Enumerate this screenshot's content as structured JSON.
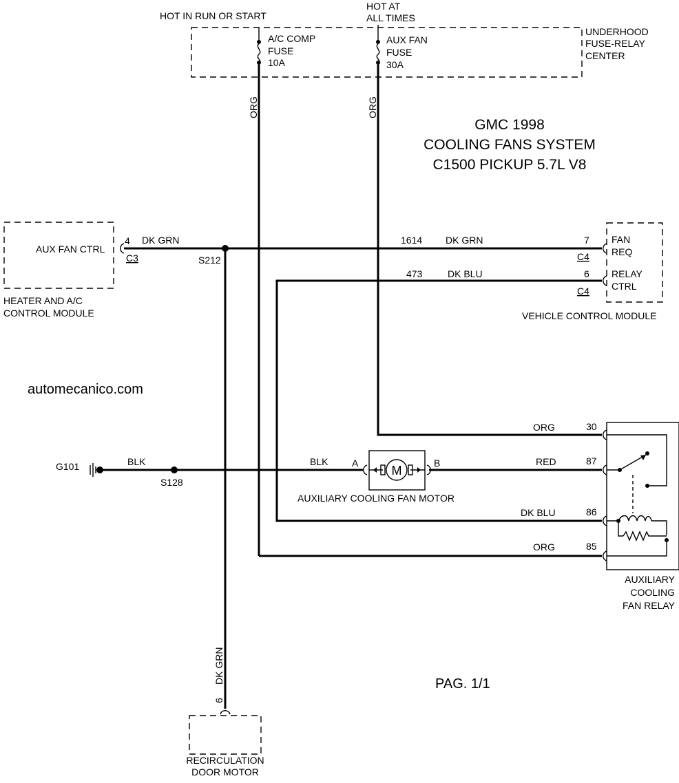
{
  "diagram": {
    "title_line1": "GMC 1998",
    "title_line2": "COOLING FANS SYSTEM",
    "title_line3": "C1500 PICKUP 5.7L V8",
    "website": "automecanico.com",
    "page": "PAG. 1/1"
  },
  "power": {
    "hot_run_start": "HOT IN RUN OR START",
    "hot_all_line1": "HOT AT",
    "hot_all_line2": "ALL TIMES",
    "fuse_center_line1": "UNDERHOOD",
    "fuse_center_line2": "FUSE-RELAY",
    "fuse_center_line3": "CENTER",
    "ac_fuse_line1": "A/C COMP",
    "ac_fuse_line2": "FUSE",
    "ac_fuse_line3": "10A",
    "aux_fuse_line1": "AUX FAN",
    "aux_fuse_line2": "FUSE",
    "aux_fuse_line3": "30A"
  },
  "hvac_module": {
    "label_line1": "HEATER AND A/C",
    "label_line2": "CONTROL MODULE",
    "pin_label": "AUX FAN CTRL",
    "pin": "4",
    "connector": "C3"
  },
  "vcm": {
    "label": "VEHICLE CONTROL MODULE",
    "pin7_line1": "FAN",
    "pin7_line2": "REQ",
    "pin7": "7",
    "pin7_conn": "C4",
    "pin6_line1": "RELAY",
    "pin6_line2": "CTRL",
    "pin6": "6",
    "pin6_conn": "C4"
  },
  "wires": {
    "org_left": "ORG",
    "org_right": "ORG",
    "dk_grn_left": "DK GRN",
    "circuit_1614": "1614",
    "dk_grn_right": "DK GRN",
    "circuit_473": "473",
    "dk_blu_top": "DK BLU",
    "blk_left": "BLK",
    "blk_right": "BLK",
    "org_30": "ORG",
    "red_87": "RED",
    "dk_blu_86": "DK BLU",
    "org_85": "ORG",
    "dk_grn_vertical": "DK GRN"
  },
  "splices": {
    "s212": "S212",
    "s128": "S128",
    "g101": "G101"
  },
  "motor": {
    "label": "AUXILIARY COOLING FAN MOTOR",
    "symbol": "M",
    "pin_a": "A",
    "pin_b": "B"
  },
  "relay": {
    "label_line1": "AUXILIARY",
    "label_line2": "COOLING",
    "label_line3": "FAN RELAY",
    "pin30": "30",
    "pin87": "87",
    "pin86": "86",
    "pin85": "85"
  },
  "recirc_motor": {
    "label_line1": "RECIRCULATION",
    "label_line2": "DOOR MOTOR",
    "pin": "6"
  }
}
